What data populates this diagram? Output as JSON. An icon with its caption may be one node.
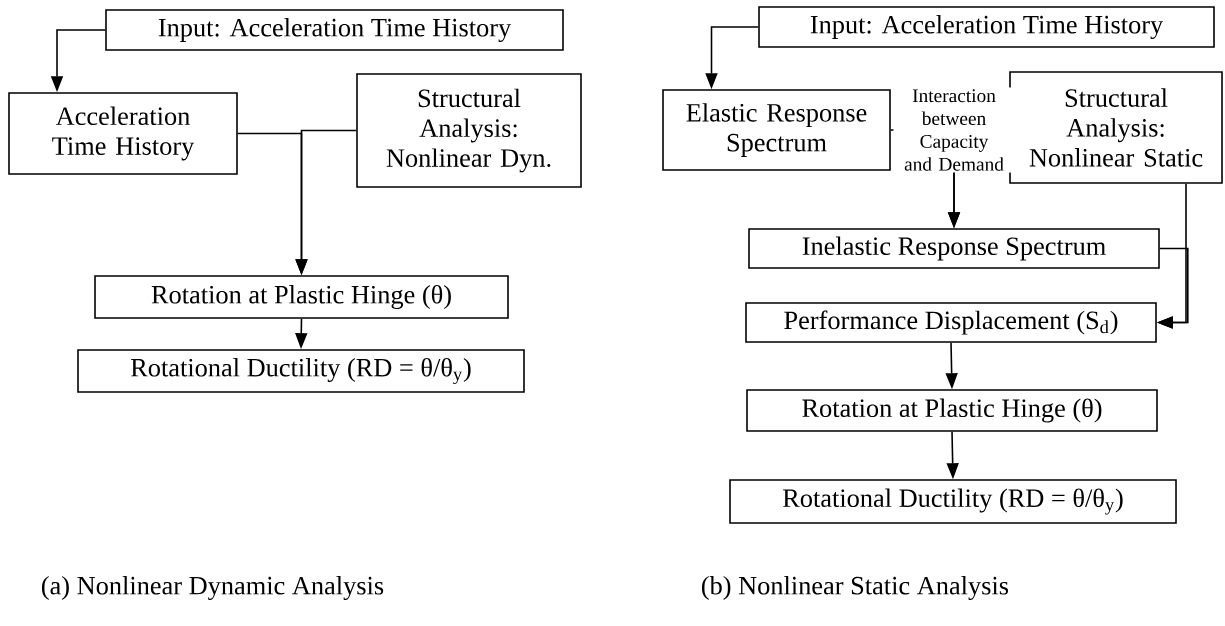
{
  "diagram": {
    "nodes": [
      {
        "text": [
          "Input: Acceleration Time History"
        ]
      },
      {
        "text": [
          "Acceleration Time History"
        ]
      },
      {
        "text": [
          "Structural Analysis: Nonlinear Dyn."
        ]
      },
      {
        "text": [
          "Rotation at Plastic Hinge (θ)"
        ]
      },
      {
        "text": [
          "Rotational Ductility (RD = θ/θ$_{y}$)"
        ]
      },
      {
        "text": [
          "Input: Acceleration Time History"
        ]
      },
      {
        "text": [
          "Elastic Response Spectrum"
        ]
      },
      {
        "text": [
          "Structural Analysis: Nonlinear Static"
        ]
      },
      {
        "text": [
          "Inelastic Response Spectrum"
        ]
      },
      {
        "text": [
          "Performance Displacement (S$_{d}$)"
        ]
      },
      {
        "text": [
          "Rotation at Plastic Hinge (θ)"
        ]
      },
      {
        "text": [
          "Rotational Ductility (RD = θ/θ$_{y}$)"
        ]
      }
    ],
    "edges": [
      {
        "from": 0,
        "to": 1,
        "arrow": "to"
      },
      {
        "from": 1,
        "to": 3,
        "arrow": "to"
      },
      {
        "from": 2,
        "to": 3,
        "arrow": "to"
      },
      {
        "from": 3,
        "to": 4,
        "arrow": "to"
      },
      {
        "from": 5,
        "to": 6,
        "arrow": "to"
      },
      {
        "from": 6,
        "to": 8,
        "arrow": "to",
        "label": "Interaction between Capacity and Demand"
      },
      {
        "from": 7,
        "to": 8,
        "arrow": "to"
      },
      {
        "from": 7,
        "to": 9,
        "arrow": "to"
      },
      {
        "from": 8,
        "to": 9,
        "arrow": "to"
      },
      {
        "from": 9,
        "to": 10,
        "arrow": "to"
      },
      {
        "from": 10,
        "to": 11,
        "arrow": "to"
      }
    ],
    "labels": [
      "(a) Nonlinear Dynamic Analysis",
      "(b) Nonlinear Static Analysis"
    ]
  }
}
